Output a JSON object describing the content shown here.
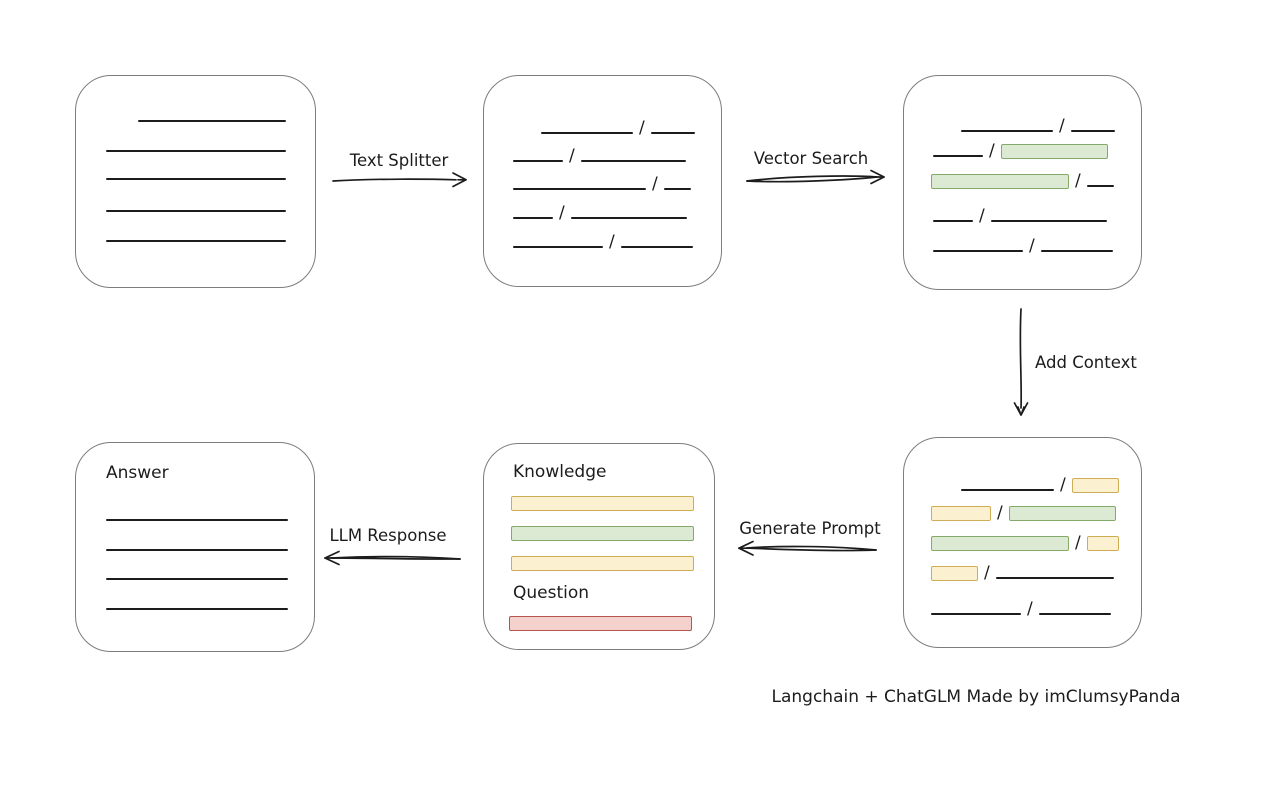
{
  "colors": {
    "ink": "#1c1c1c",
    "box-border": "#7d7d7d",
    "green-fill": "#dcead4",
    "green-border": "#84aa69",
    "yellow-fill": "#fbf1d1",
    "yellow-border": "#cfad54",
    "red-fill": "#f5d1cd",
    "red-border": "#b65550",
    "background": "#ffffff"
  },
  "glyphs": {
    "slash": "/"
  },
  "edges": {
    "text_splitter": {
      "label": "Text Splitter",
      "from": "document",
      "to": "split-chunks",
      "direction": "right"
    },
    "vector_search": {
      "label": "Vector Search",
      "from": "split-chunks",
      "to": "matched-chunks",
      "direction": "right"
    },
    "add_context": {
      "label": "Add Context",
      "from": "matched-chunks",
      "to": "context-chunks",
      "direction": "down"
    },
    "generate_prompt": {
      "label": "Generate Prompt",
      "from": "context-chunks",
      "to": "prompt",
      "direction": "left"
    },
    "llm_response": {
      "label": "LLM Response",
      "from": "prompt",
      "to": "answer",
      "direction": "left"
    }
  },
  "nodes": {
    "prompt": {
      "knowledge_label": "Knowledge",
      "question_label": "Question"
    },
    "answer": {
      "label": "Answer"
    }
  },
  "footer": {
    "attribution": "Langchain + ChatGLM Made by imClumsyPanda"
  }
}
